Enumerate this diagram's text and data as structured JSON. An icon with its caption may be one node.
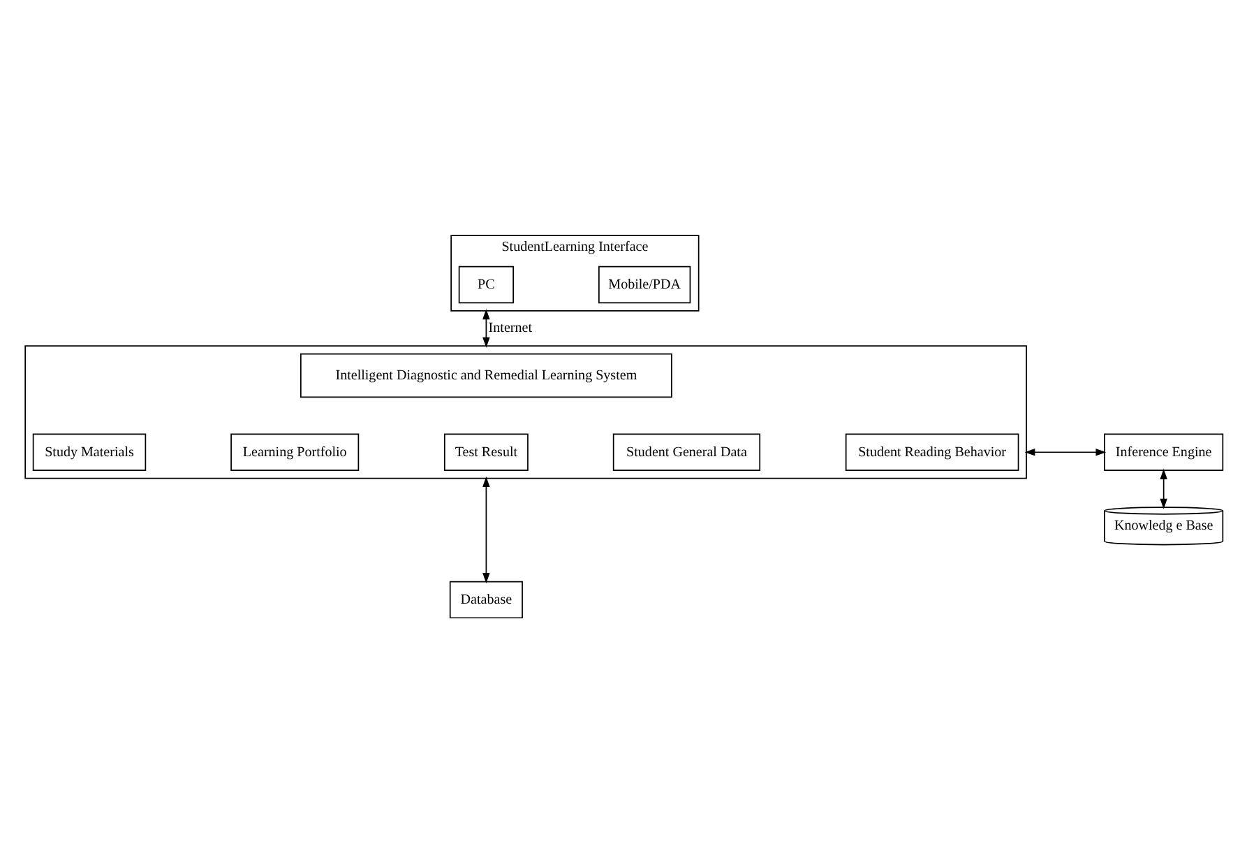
{
  "diagram": {
    "nodes": [
      {
        "text": [
          "StudentLearning Interface"
        ]
      },
      {
        "text": [
          "PC"
        ],
        "in": 0
      },
      {
        "text": [
          "Mobile/PDA"
        ],
        "in": 0
      },
      {
        "text": [],
        "shape": "box"
      },
      {
        "text": [
          "Intelligent Diagnostic and Remedial Learning System"
        ],
        "in": 3
      },
      {
        "text": [
          "Study Materials"
        ],
        "in": 3
      },
      {
        "text": [
          "Learning Portfolio"
        ],
        "in": 3
      },
      {
        "text": [
          "Test Result"
        ],
        "in": 3
      },
      {
        "text": [
          "Student General Data"
        ],
        "in": 3
      },
      {
        "text": [
          "Student Reading Behavior"
        ],
        "in": 3
      },
      {
        "text": [
          "Inference Engine"
        ]
      },
      {
        "text": [
          "Knowledg e Base"
        ]
      },
      {
        "text": [
          "Database"
        ]
      }
    ],
    "edges": [
      {
        "from": 0,
        "to": 3,
        "arrow": "both",
        "label": "Internet"
      },
      {
        "from": 3,
        "to": 10,
        "arrow": "both"
      },
      {
        "from": 10,
        "to": 11,
        "arrow": "both"
      },
      {
        "from": 3,
        "to": 12,
        "arrow": "both"
      }
    ]
  }
}
